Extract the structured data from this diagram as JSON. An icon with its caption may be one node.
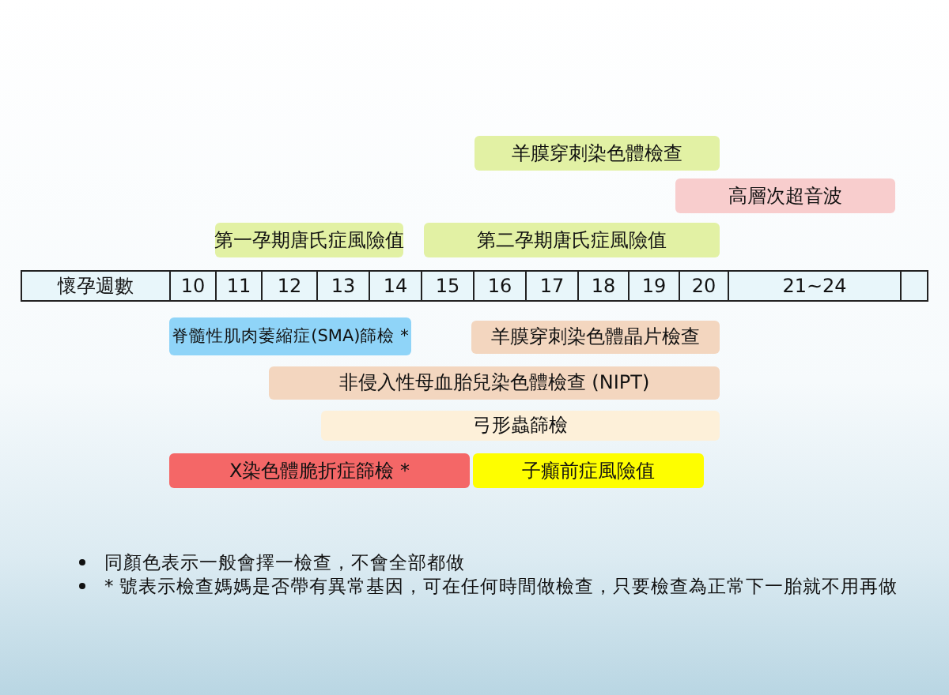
{
  "diagram": {
    "nodes": [
      {
        "text": [
          "羊膜穿刺染色體檢查"
        ]
      },
      {
        "text": [
          "高層次超音波"
        ]
      },
      {
        "text": [
          "第一孕期唐氏症風險值"
        ]
      },
      {
        "text": [
          "第二孕期唐氏症風險值"
        ]
      },
      {
        "text": [
          "脊髓性肌肉萎縮症(SMA)篩檢 *"
        ]
      },
      {
        "text": [
          "羊膜穿刺染色體晶片檢查"
        ]
      },
      {
        "text": [
          "非侵入性母血胎兒染色體檢查 (NIPT)"
        ]
      },
      {
        "text": [
          "弓形蟲篩檢"
        ]
      },
      {
        "text": [
          "X染色體脆折症篩檢 *"
        ]
      },
      {
        "text": [
          "子癲前症風險值"
        ]
      }
    ],
    "edges": [],
    "labels": [
      "懷孕週數",
      "10",
      "11",
      "12",
      "13",
      "14",
      "15",
      "16",
      "17",
      "18",
      "19",
      "20",
      "21~24",
      "同顏色表示一般會擇一檢查，不會全部都做",
      "* 號表示檢查媽媽是否帶有異常基因，可在任何時間做檢查，只要檢查為正常下一胎就不用再做"
    ]
  }
}
